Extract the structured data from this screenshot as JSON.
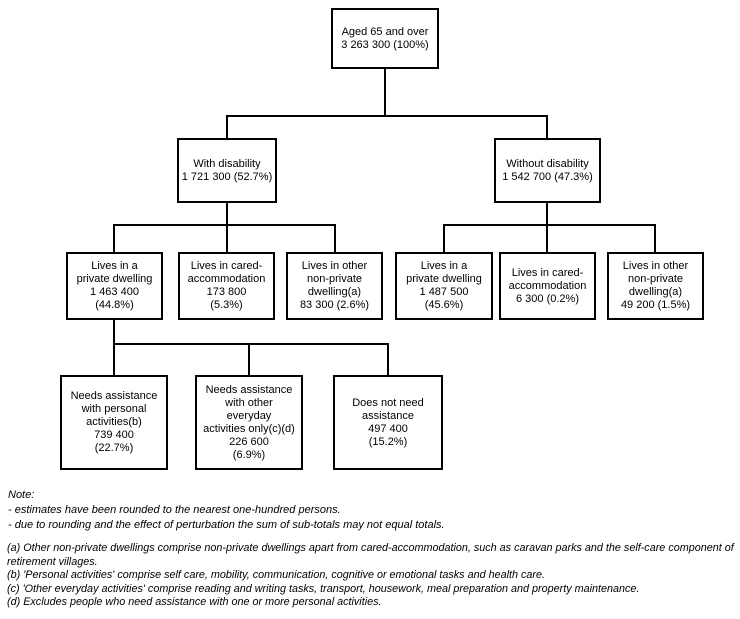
{
  "diagram": {
    "level1": {
      "root": "Aged 65 and over\n3 263 300 (100%)"
    },
    "level2": {
      "with_disability": "With disability\n1 721 300 (52.7%)",
      "without_disability": "Without disability\n1 542 700 (47.3%)"
    },
    "level3_with_disability": {
      "private_dwelling": "Lives in a\nprivate dwelling\n1 463 400\n(44.8%)",
      "cared_accommodation": "Lives in cared-\naccommodation\n173 800\n(5.3%)",
      "other_non_private": "Lives in other\nnon-private\ndwelling(a)\n83 300 (2.6%)"
    },
    "level3_without_disability": {
      "private_dwelling": "Lives in a\nprivate dwelling\n1 487 500\n(45.6%)",
      "cared_accommodation": "Lives in cared-\naccommodation\n6 300 (0.2%)",
      "other_non_private": "Lives in other\nnon-private\ndwelling(a)\n49 200 (1.5%)"
    },
    "level4": {
      "needs_assistance_personal": "Needs assistance\nwith personal\nactivities(b)\n739 400\n(22.7%)",
      "needs_assistance_other": "Needs assistance\nwith other\neveryday\nactivities only(c)(d)\n226 600\n(6.9%)",
      "does_not_need_assistance": "Does not need\nassistance\n497 400\n(15.2%)"
    }
  },
  "notes": {
    "heading": "Note:",
    "lines": [
      "- estimates have been rounded to the nearest one-hundred persons.",
      "- due to rounding and the effect of perturbation the sum of sub-totals may not equal totals."
    ]
  },
  "footnotes": [
    "(a) Other non-private dwellings comprise non-private dwellings apart from cared-accommodation, such as caravan parks and the self-care component of retirement villages.",
    "(b) 'Personal activities' comprise self care, mobility, communication, cognitive or emotional tasks and health care.",
    "(c) 'Other everyday activities' comprise reading and writing tasks, transport, housework, meal preparation and property maintenance.",
    "(d) Excludes people who need assistance with one or more personal activities."
  ],
  "colors": {
    "line": "#000000",
    "text": "#000000",
    "background": "#ffffff"
  }
}
